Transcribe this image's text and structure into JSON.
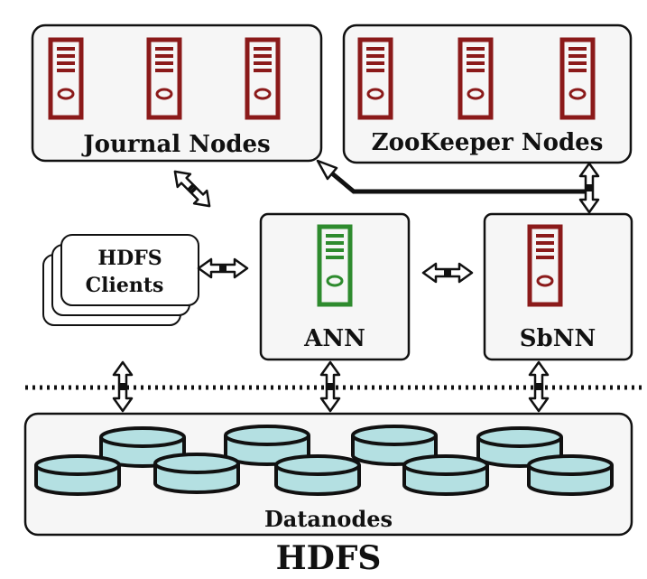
{
  "labels": {
    "journal_nodes": "Journal Nodes",
    "zookeeper_nodes": "ZooKeeper Nodes",
    "hdfs_clients_line1": "HDFS",
    "hdfs_clients_line2": "Clients",
    "ann": "ANN",
    "sbnn": "SbNN",
    "datanodes": "Datanodes",
    "hdfs": "HDFS"
  },
  "colors": {
    "server_red": "#8b1a1a",
    "server_green": "#2e8b2e",
    "disk_fill": "#b4e0e2",
    "outline": "#111111",
    "box_fill": "#f6f6f6"
  },
  "icons": {
    "server": "server-icon",
    "disk": "database-disk-icon",
    "arrow": "double-arrow-icon"
  }
}
